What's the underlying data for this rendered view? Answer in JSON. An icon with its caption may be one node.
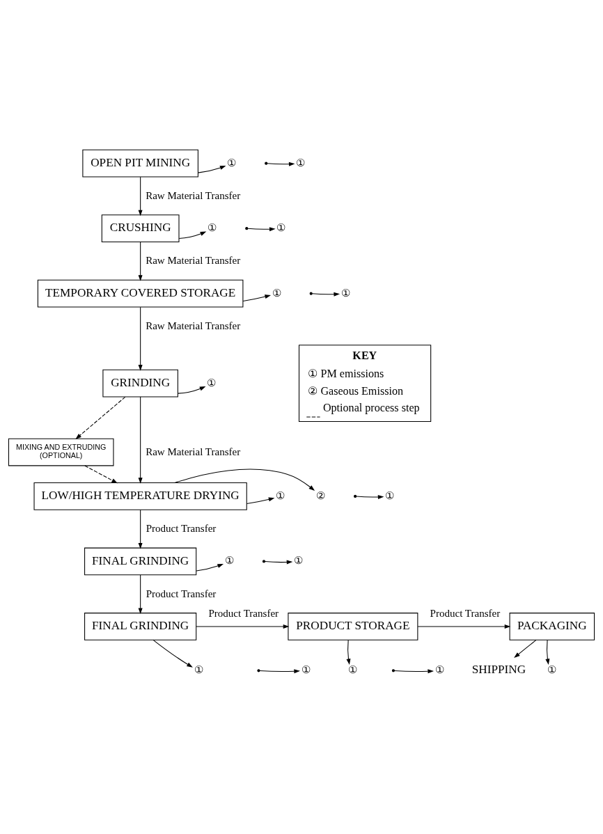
{
  "diagram": {
    "nodes": [
      {
        "text": [
          "OPEN PIT MINING"
        ]
      },
      {
        "text": [
          "CRUSHING"
        ]
      },
      {
        "text": [
          "TEMPORARY COVERED STORAGE"
        ]
      },
      {
        "text": [
          "GRINDING"
        ]
      },
      {
        "text": [
          "MIXING AND EXTRUDING",
          "(OPTIONAL)"
        ]
      },
      {
        "text": [
          "LOW/HIGH TEMPERATURE DRYING"
        ]
      },
      {
        "text": [
          "FINAL GRINDING"
        ]
      },
      {
        "text": [
          "FINAL GRINDING"
        ]
      },
      {
        "text": [
          "PRODUCT STORAGE"
        ]
      },
      {
        "text": [
          "PACKAGING"
        ]
      },
      {
        "text": [
          "SHIPPING"
        ]
      },
      {
        "text": [
          "①"
        ]
      },
      {
        "text": [
          "①"
        ]
      },
      {
        "text": [
          "①"
        ]
      },
      {
        "text": [
          "①"
        ]
      },
      {
        "text": [
          "①"
        ]
      },
      {
        "text": [
          "①"
        ]
      },
      {
        "text": [
          "①"
        ]
      },
      {
        "text": [
          "①"
        ]
      },
      {
        "text": [
          "②"
        ]
      },
      {
        "text": [
          "①"
        ]
      },
      {
        "text": [
          "①"
        ]
      },
      {
        "text": [
          "①"
        ]
      },
      {
        "text": [
          "①"
        ]
      },
      {
        "text": [
          "①"
        ]
      },
      {
        "text": [
          "①"
        ]
      },
      {
        "text": [
          "①"
        ]
      },
      {
        "text": [
          "①"
        ]
      }
    ],
    "edges": [
      {
        "from": 0,
        "to": 11,
        "arrow": "to"
      },
      {
        "from": 0,
        "to": 1,
        "arrow": "to",
        "label": "Raw Material Transfer"
      },
      {
        "from": null,
        "to": 12,
        "arrow": "to"
      },
      {
        "from": 1,
        "to": 13,
        "arrow": "to"
      },
      {
        "from": 1,
        "to": 2,
        "arrow": "to",
        "label": "Raw Material Transfer"
      },
      {
        "from": null,
        "to": 14,
        "arrow": "to"
      },
      {
        "from": 2,
        "to": 15,
        "arrow": "to"
      },
      {
        "from": 2,
        "to": 3,
        "arrow": "to",
        "label": "Raw Material Transfer"
      },
      {
        "from": null,
        "to": 16,
        "arrow": "to"
      },
      {
        "from": 3,
        "to": 17,
        "arrow": "to"
      },
      {
        "from": 3,
        "to": 4,
        "arrow": "to",
        "style": "dashed"
      },
      {
        "from": 4,
        "to": 5,
        "arrow": "to",
        "style": "dashed"
      },
      {
        "from": 3,
        "to": 5,
        "arrow": "to",
        "label": "Raw Material Transfer"
      },
      {
        "from": 5,
        "to": 18,
        "arrow": "to"
      },
      {
        "from": 5,
        "to": 19,
        "arrow": "to"
      },
      {
        "from": 5,
        "to": 6,
        "arrow": "to",
        "label": "Product Transfer"
      },
      {
        "from": null,
        "to": 20,
        "arrow": "to"
      },
      {
        "from": 6,
        "to": 21,
        "arrow": "to"
      },
      {
        "from": 6,
        "to": 7,
        "arrow": "to",
        "label": "Product Transfer"
      },
      {
        "from": null,
        "to": 22,
        "arrow": "to"
      },
      {
        "from": 7,
        "to": 23,
        "arrow": "to"
      },
      {
        "from": 7,
        "to": 8,
        "arrow": "to",
        "label": "Product Transfer"
      },
      {
        "from": null,
        "to": 24,
        "arrow": "to"
      },
      {
        "from": 8,
        "to": 25,
        "arrow": "to"
      },
      {
        "from": 8,
        "to": 9,
        "arrow": "to",
        "label": "Product Transfer"
      },
      {
        "from": null,
        "to": 26,
        "arrow": "to"
      },
      {
        "from": 9,
        "to": 27,
        "arrow": "to"
      },
      {
        "from": 9,
        "to": 10,
        "arrow": "to"
      }
    ],
    "labels": [
      "KEY"
    ],
    "legend": [
      {
        "text": "① PM emissions"
      },
      {
        "text": "② Gaseous Emission"
      },
      {
        "text": "Optional process step"
      }
    ]
  }
}
